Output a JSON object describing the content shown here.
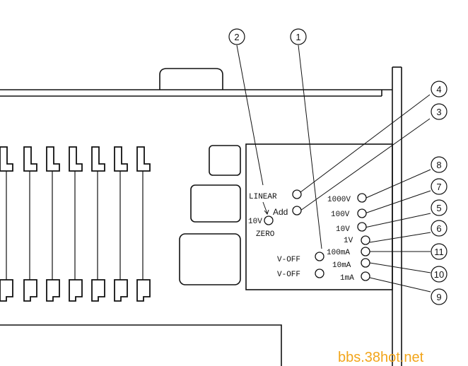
{
  "callouts": [
    "1",
    "2",
    "3",
    "4",
    "5",
    "6",
    "7",
    "8",
    "9",
    "10",
    "11"
  ],
  "panel_labels": {
    "linear": "LINEAR",
    "add": "Add",
    "v10": "10V",
    "zero": "ZERO",
    "voff_1": "V-OFF",
    "voff_2": "V-OFF"
  },
  "ranges": {
    "r1000v": "1000V",
    "r100v": "100V",
    "r10v": "10V",
    "r1v": "1V",
    "r100ma": "100mA",
    "r10ma": "10mA",
    "r1ma": "1mA"
  },
  "watermark": "bbs.38hot.net"
}
